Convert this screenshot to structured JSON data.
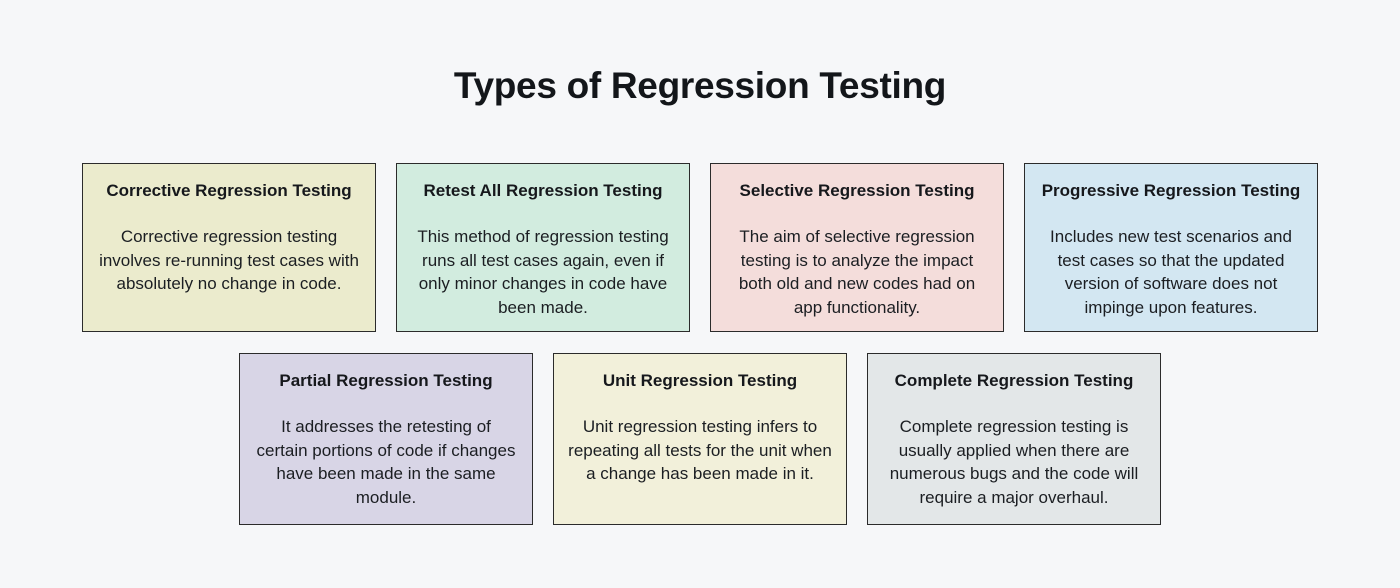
{
  "page": {
    "title": "Types of Regression Testing",
    "background_color": "#f6f7f9",
    "text_color": "#16181c",
    "border_color": "#2b2b2b"
  },
  "rows": [
    {
      "cards": [
        {
          "title": "Corrective Regression Testing",
          "description": "Corrective regression testing involves re-running test cases with absolutely no change in code.",
          "color": "#ebebcd"
        },
        {
          "title": "Retest All Regression Testing",
          "description": "This method of regression testing runs all test cases again, even if only minor changes in code have been made.",
          "color": "#d2ecdf"
        },
        {
          "title": "Selective Regression Testing",
          "description": "The aim of selective regression testing is to analyze the impact both old and new codes had on app functionality.",
          "color": "#f4dddb"
        },
        {
          "title": "Progressive Regression Testing",
          "description": "Includes new test scenarios and test cases so that the updated version of software does not impinge upon features.",
          "color": "#d3e7f2"
        }
      ]
    },
    {
      "cards": [
        {
          "title": "Partial Regression Testing",
          "description": "It addresses the retesting of certain portions of code if changes have been made in the same module.",
          "color": "#d8d5e6"
        },
        {
          "title": "Unit Regression Testing",
          "description": "Unit regression testing infers to repeating all tests for the unit when a change has been made in it.",
          "color": "#f2f0da"
        },
        {
          "title": "Complete Regression Testing",
          "description": "Complete regression testing is usually applied when there are numerous bugs and the code will require a major overhaul.",
          "color": "#e3e7e8"
        }
      ]
    }
  ]
}
